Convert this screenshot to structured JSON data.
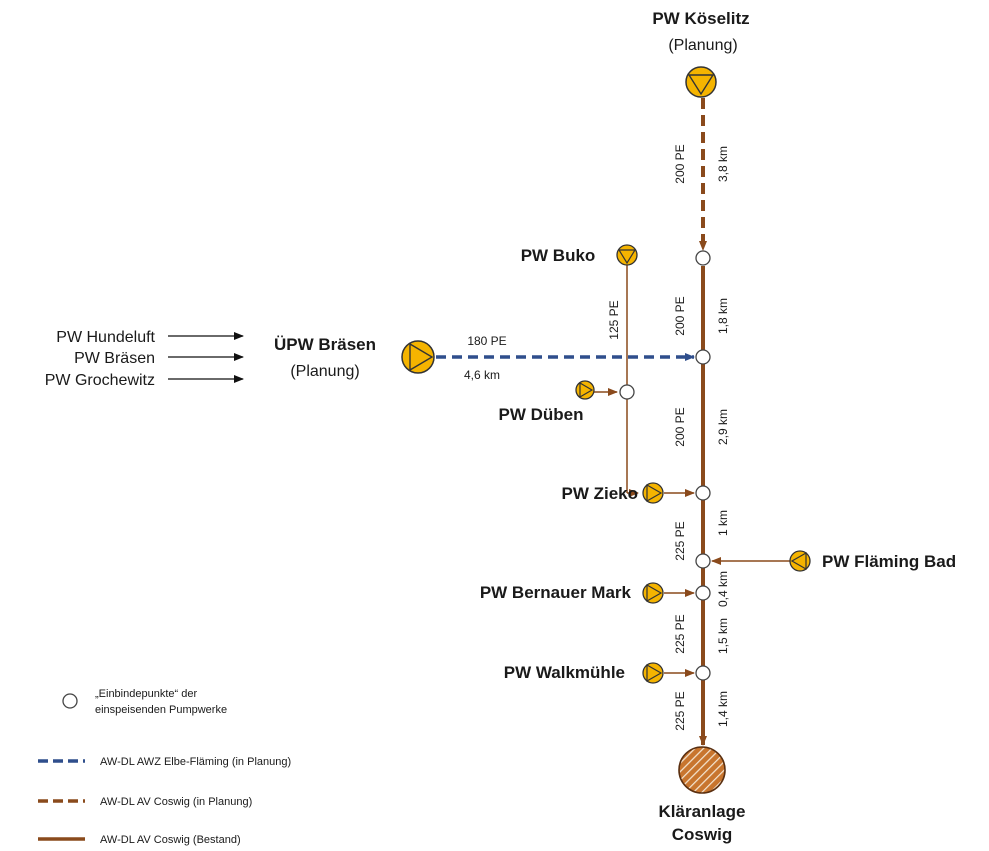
{
  "colors": {
    "existing": "#8a4a1c",
    "planned_coswig": "#8a4a1c",
    "planned_elbe": "#2f4e8c",
    "pump_fill": "#f5b400",
    "pump_stroke": "#333333",
    "plant_fill": "#c8752e"
  },
  "stations": {
    "koeselitz_name": "PW Köselitz",
    "koeselitz_status": "(Planung)",
    "buko": "PW Buko",
    "braesen_name": "ÜPW Bräsen",
    "braesen_status": "(Planung)",
    "dueben": "PW Düben",
    "zieko": "PW Zieko",
    "flaeming": "PW Fläming Bad",
    "bernauer": "PW Bernauer Mark",
    "walkmuehle": "PW Walkmühle",
    "plant_line1": "Kläranlage",
    "plant_line2": "Coswig"
  },
  "inflows": [
    "PW Hundeluft",
    "PW Bräsen",
    "PW Grochewitz"
  ],
  "segments": {
    "koeselitz_pe": "200 PE",
    "koeselitz_km": "3,8 km",
    "buko_pe": "125 PE",
    "main1_pe": "200 PE",
    "main1_km": "1,8 km",
    "braesen_pe": "180 PE",
    "braesen_km": "4,6 km",
    "main2_pe": "200 PE",
    "main2_km": "2,9 km",
    "main3_pe": "225 PE",
    "main3_km": "1 km",
    "main4_km": "0,4 km",
    "main5_pe": "225 PE",
    "main5_km": "1,5 km",
    "main6_pe": "225 PE",
    "main6_km": "1,4 km"
  },
  "legend": {
    "node_line1": "„Einbindepunkte“ der",
    "node_line2": "einspeisenden Pumpwerke",
    "elbe": "AW-DL AWZ Elbe-Fläming  (in Planung)",
    "coswig_planned": "AW-DL AV Coswig (in Planung)",
    "coswig_existing": "AW-DL AV Coswig (Bestand)"
  }
}
